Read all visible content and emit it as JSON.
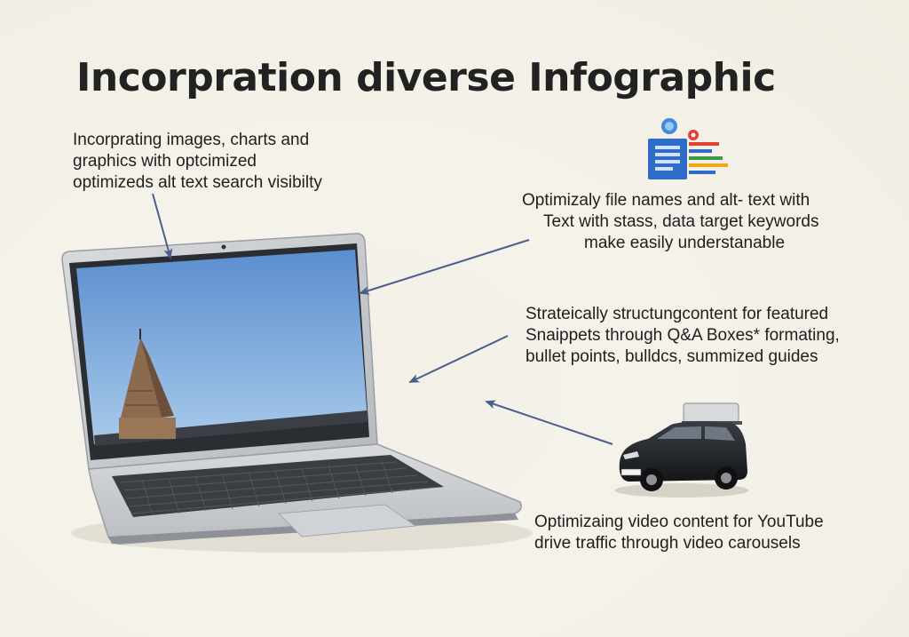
{
  "title": "Incorpration diverse Infographic",
  "callouts": [
    {
      "lines": [
        "Incorprating images, charts and",
        "graphics with optcimized",
        "optimizeds alt text search visibilty"
      ]
    },
    {
      "lines": [
        "Optimizaly file names and alt- text with",
        "Text with stass, data target keywords",
        "make easily understanable"
      ]
    },
    {
      "lines": [
        "Strateically structungcontent for featured",
        "Snaippets through Q&A Boxes* formating,",
        "bullet points, bulldcs, summized guides"
      ]
    },
    {
      "lines": [
        "Optimizaing video content for YouTube",
        "drive traffic through video carousels"
      ]
    }
  ],
  "colors": {
    "arrow": "#4a5f8a",
    "screen_sky_top": "#5c8fd0",
    "screen_sky_bottom": "#a6c8ea",
    "doc_blue": "#2f6cc8",
    "car_body": "#1c1f23"
  },
  "icons": [
    "document-chart-icon",
    "laptop-illustration",
    "car-illustration"
  ]
}
